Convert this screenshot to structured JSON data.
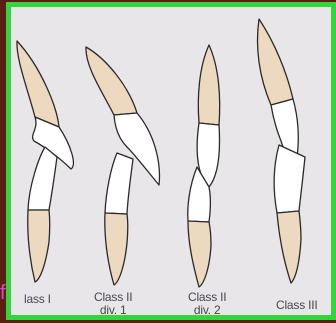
{
  "labels": {
    "class1": "lass I",
    "class2div1_l1": "Class II",
    "class2div1_l2": "div. 1",
    "class2div2_l1": "Class II",
    "class2div2_l2": "div. 2",
    "class3": "Class III"
  },
  "overlay_letter": "f",
  "colors": {
    "outer": "#5a1e12",
    "border": "#33d63a",
    "page": "#e9e6ea",
    "root": "#ecd9bf",
    "crown": "#ffffff",
    "outline": "#2a2a2a",
    "label": "#4a4450",
    "overlay": "#d946d6"
  }
}
